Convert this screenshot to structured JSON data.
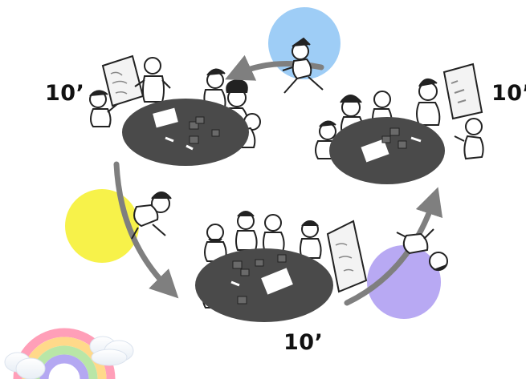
{
  "labels": {
    "top_left_time": "10’",
    "top_right_time": "10’",
    "bottom_time": "10’"
  },
  "colors": {
    "blue_circle": "#9ecdf6",
    "yellow_circle": "#f7f24a",
    "purple_circle": "#b8a9f3",
    "table_fill": "#4a4a4a",
    "arrow_gray": "#7f7f7f"
  },
  "icons": {
    "rainbow": "rainbow-cloud-icon",
    "rotating_person": "walking-person-icon"
  }
}
